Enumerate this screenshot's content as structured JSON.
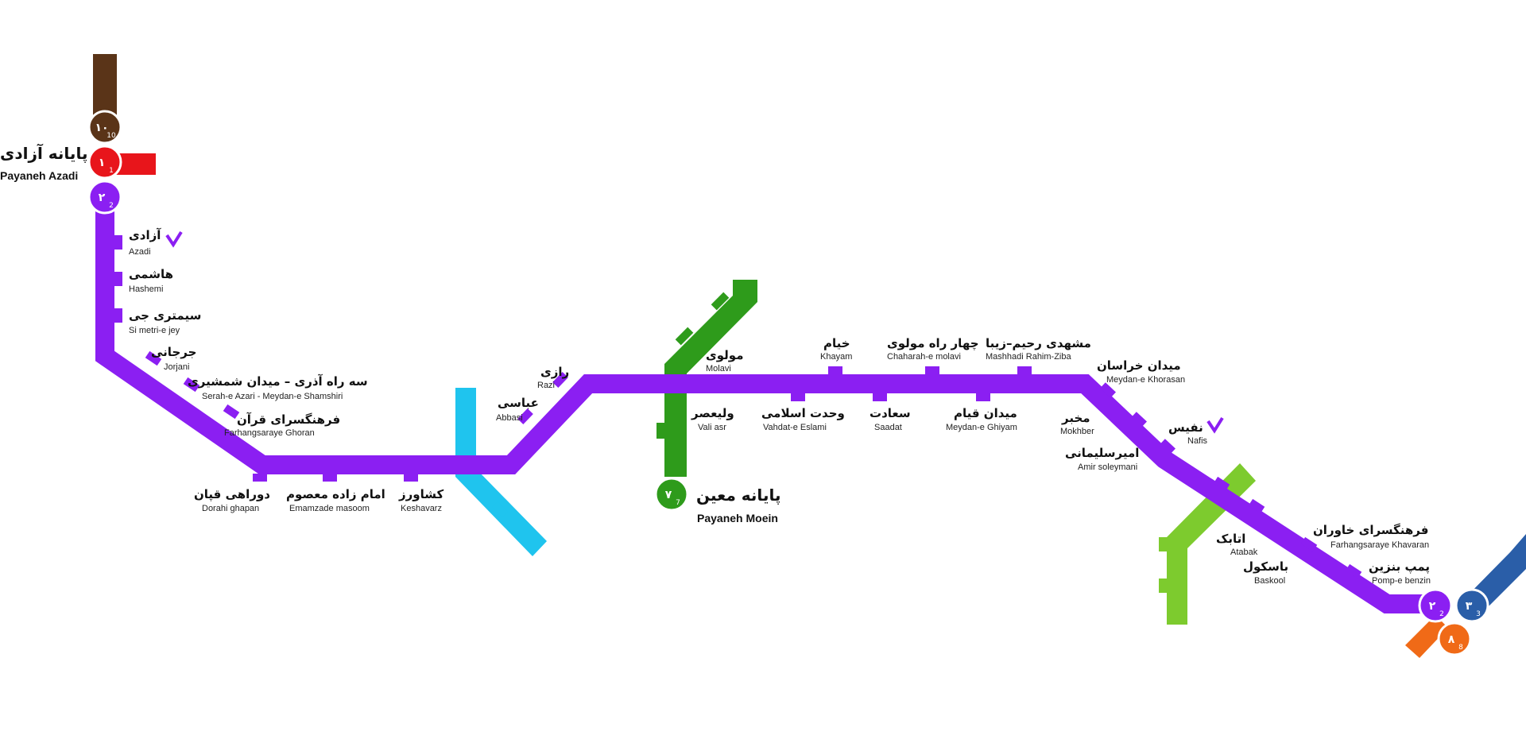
{
  "colors": {
    "line2": "#8B1FF2",
    "line1": "#E8151B",
    "line10": "#5A3418",
    "line4": "#1FC4EE",
    "line7": "#2E9B1B",
    "line6": "#7DCB2E",
    "line3": "#2A5EA8",
    "line8": "#F06A17"
  },
  "terminals": {
    "azadi": {
      "fa": "پایانه آزادی",
      "en": "Payaneh Azadi"
    },
    "moein": {
      "fa": "پایانه معین",
      "en": "Payaneh Moein"
    }
  },
  "badges": {
    "azadi_10": {
      "num": "۱۰",
      "sub": "10"
    },
    "azadi_1": {
      "num": "۱",
      "sub": "1"
    },
    "azadi_2": {
      "num": "۲",
      "sub": "2"
    },
    "moein_7": {
      "num": "۷",
      "sub": "7"
    },
    "east_2": {
      "num": "۲",
      "sub": "2"
    },
    "east_3": {
      "num": "۳",
      "sub": "3"
    },
    "east_8": {
      "num": "۸",
      "sub": "8"
    }
  },
  "stations": [
    {
      "fa": "آزادی",
      "en": "Azadi"
    },
    {
      "fa": "هاشمی",
      "en": "Hashemi"
    },
    {
      "fa": "سیمتری جی",
      "en": "Si metri-e jey"
    },
    {
      "fa": "جرجانی",
      "en": "Jorjani"
    },
    {
      "fa": "سه راه آذری – میدان شمشیری",
      "en": "Serah-e Azari - Meydan-e Shamshiri"
    },
    {
      "fa": "فرهنگسرای قرآن",
      "en": "Farhangsaraye Ghoran"
    },
    {
      "fa": "دوراهی قپان",
      "en": "Dorahi ghapan"
    },
    {
      "fa": "امام زاده معصوم",
      "en": "Emamzade masoom"
    },
    {
      "fa": "کشاورز",
      "en": "Keshavarz"
    },
    {
      "fa": "عباسی",
      "en": "Abbasi"
    },
    {
      "fa": "رازی",
      "en": "Razi"
    },
    {
      "fa": "مولوی",
      "en": "Molavi"
    },
    {
      "fa": "ولیعصر",
      "en": "Vali asr"
    },
    {
      "fa": "خیام",
      "en": "Khayam"
    },
    {
      "fa": "وحدت اسلامی",
      "en": "Vahdat-e Eslami"
    },
    {
      "fa": "چهار راه مولوی",
      "en": "Chaharah-e molavi"
    },
    {
      "fa": "سعادت",
      "en": "Saadat"
    },
    {
      "fa": "مشهدی رحیم–زیبا",
      "en": "Mashhadi Rahim-Ziba"
    },
    {
      "fa": "میدان قیام",
      "en": "Meydan-e Ghiyam"
    },
    {
      "fa": "میدان خراسان",
      "en": "Meydan-e Khorasan"
    },
    {
      "fa": "مخبر",
      "en": "Mokhber"
    },
    {
      "fa": "نفیس",
      "en": "Nafis"
    },
    {
      "fa": "امیرسلیمانی",
      "en": "Amir soleymani"
    },
    {
      "fa": "اتابک",
      "en": "Atabak"
    },
    {
      "fa": "فرهنگسرای خاوران",
      "en": "Farhangsaraye Khavaran"
    },
    {
      "fa": "باسکول",
      "en": "Baskool"
    },
    {
      "fa": "پمپ بنزین",
      "en": "Pomp-e benzin"
    }
  ]
}
